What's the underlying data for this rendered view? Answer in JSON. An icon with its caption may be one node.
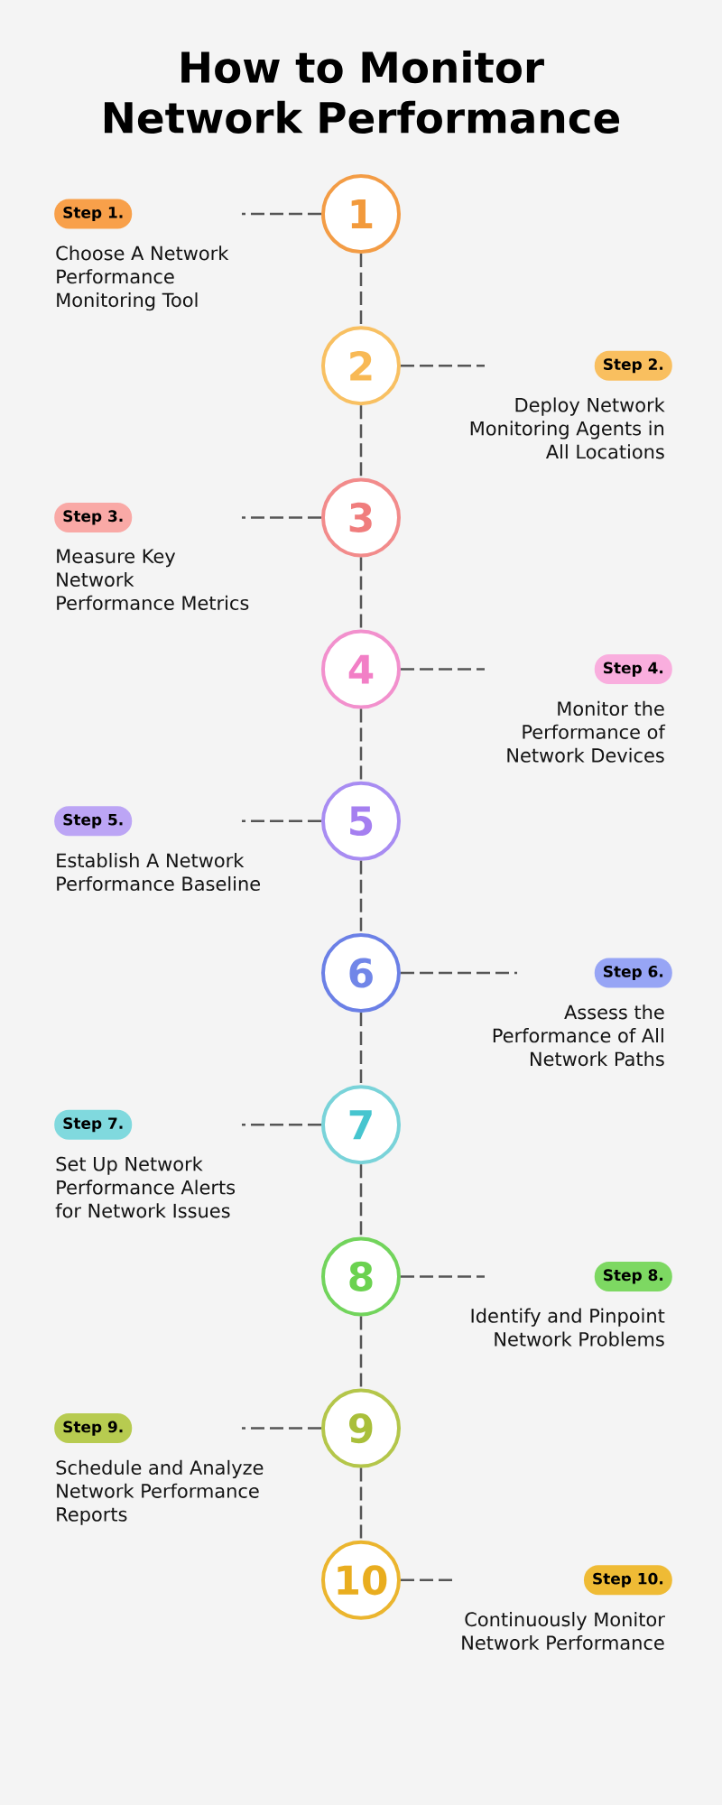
{
  "diagram": {
    "title": "How to Monitor Network Performance",
    "nodes": [
      {
        "text": [
          "1"
        ]
      },
      {
        "text": [
          "Step 1."
        ],
        "beside": [
          "Choose A Network Performance Monitoring Tool"
        ]
      },
      {
        "text": [
          "2"
        ]
      },
      {
        "text": [
          "Step 2."
        ],
        "beside": [
          "Deploy Network Monitoring Agents in All Locations"
        ]
      },
      {
        "text": [
          "3"
        ]
      },
      {
        "text": [
          "Step 3."
        ],
        "beside": [
          "Measure Key Network Performance Metrics"
        ]
      },
      {
        "text": [
          "4"
        ]
      },
      {
        "text": [
          "Step 4."
        ],
        "beside": [
          "Monitor the Performance of Network Devices"
        ]
      },
      {
        "text": [
          "5"
        ]
      },
      {
        "text": [
          "Step 5."
        ],
        "beside": [
          "Establish A Network Performance Baseline"
        ]
      },
      {
        "text": [
          "6"
        ]
      },
      {
        "text": [
          "Step 6."
        ],
        "beside": [
          "Assess the Performance of All Network Paths"
        ]
      },
      {
        "text": [
          "7"
        ]
      },
      {
        "text": [
          "Step 7."
        ],
        "beside": [
          "Set Up Network Performance Alerts for Network Issues"
        ]
      },
      {
        "text": [
          "8"
        ]
      },
      {
        "text": [
          "Step 8."
        ],
        "beside": [
          "Identify and Pinpoint Network Problems"
        ]
      },
      {
        "text": [
          "9"
        ]
      },
      {
        "text": [
          "Step 9."
        ],
        "beside": [
          "Schedule and Analyze Network Performance Reports"
        ]
      },
      {
        "text": [
          "10"
        ]
      },
      {
        "text": [
          "Step 10."
        ],
        "beside": [
          "Continuously Monitor Network Performance"
        ]
      }
    ],
    "edges": [
      {
        "from": 0,
        "to": null,
        "arrow": "none",
        "style": "dashed"
      },
      {
        "from": 0,
        "to": 2,
        "arrow": "none",
        "style": "dashed"
      },
      {
        "from": 2,
        "to": null,
        "arrow": "none",
        "style": "dashed"
      },
      {
        "from": 2,
        "to": 4,
        "arrow": "none",
        "style": "dashed"
      },
      {
        "from": 4,
        "to": null,
        "arrow": "none",
        "style": "dashed"
      },
      {
        "from": 4,
        "to": 6,
        "arrow": "none",
        "style": "dashed"
      },
      {
        "from": 6,
        "to": null,
        "arrow": "none",
        "style": "dashed"
      },
      {
        "from": 6,
        "to": 8,
        "arrow": "none",
        "style": "dashed"
      },
      {
        "from": 8,
        "to": null,
        "arrow": "none",
        "style": "dashed"
      },
      {
        "from": 8,
        "to": 10,
        "arrow": "none",
        "style": "dashed"
      },
      {
        "from": 10,
        "to": null,
        "arrow": "none",
        "style": "dashed"
      },
      {
        "from": 10,
        "to": 12,
        "arrow": "none",
        "style": "dashed"
      },
      {
        "from": 12,
        "to": null,
        "arrow": "none",
        "style": "dashed"
      },
      {
        "from": 12,
        "to": 14,
        "arrow": "none",
        "style": "dashed"
      },
      {
        "from": 14,
        "to": null,
        "arrow": "none",
        "style": "dashed"
      },
      {
        "from": 14,
        "to": 16,
        "arrow": "none",
        "style": "dashed"
      },
      {
        "from": 16,
        "to": null,
        "arrow": "none",
        "style": "dashed"
      },
      {
        "from": 16,
        "to": 18,
        "arrow": "none",
        "style": "dashed"
      },
      {
        "from": 18,
        "to": null,
        "arrow": "none",
        "style": "dashed"
      }
    ]
  }
}
